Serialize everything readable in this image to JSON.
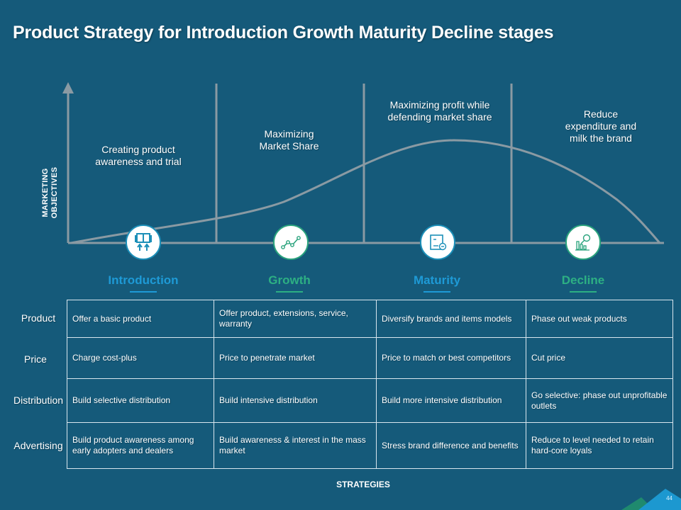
{
  "title": "Product Strategy for Introduction Growth Maturity Decline stages",
  "y_axis_label_line1": "MARKETING",
  "y_axis_label_line2": "OBJECTIVES",
  "x_axis_label": "STRATEGIES",
  "page_number": "44",
  "colors": {
    "background": "#155a7a",
    "accent_blue": "#1c8fb8",
    "accent_green": "#2aa37d",
    "stage_blue": "#1e9ad6",
    "stage_green": "#2db083",
    "curve": "#8a9aa3"
  },
  "stages": [
    {
      "name": "Introduction",
      "objective": [
        "Creating product",
        "awareness and trial"
      ],
      "icon": "boxes-upload-icon",
      "color": "#1e9ad6"
    },
    {
      "name": "Growth",
      "objective": [
        "Maximizing",
        "Market Share"
      ],
      "icon": "trend-line-icon",
      "color": "#2db083"
    },
    {
      "name": "Maturity",
      "objective": [
        "Maximizing profit while",
        "defending market share"
      ],
      "icon": "document-minus-icon",
      "color": "#1e9ad6"
    },
    {
      "name": "Decline",
      "objective": [
        "Reduce",
        "expenditure and",
        "milk the brand"
      ],
      "icon": "bar-chart-search-icon",
      "color": "#2db083"
    }
  ],
  "rows": [
    {
      "label": "Product",
      "cells": [
        "Offer  a basic product",
        "Offer  product,  extensions,  service, warranty",
        "Diversify  brands  and  items models",
        "Phase out weak products"
      ]
    },
    {
      "label": "Price",
      "cells": [
        "Charge  cost-plus",
        "Price to penetrate market",
        "Price to match or best competitors",
        "Cut price"
      ]
    },
    {
      "label": "Distribution",
      "cells": [
        "Build selective distribution",
        "Build intensive distribution",
        "Build more intensive distribution",
        "Go selective:  phase  out unprofitable  outlets"
      ]
    },
    {
      "label": "Advertising",
      "cells": [
        "Build product awareness  among early adopters  and dealers",
        "Build awareness  & interest in the mass market",
        "Stress brand  difference  and benefits",
        "Reduce to level needed  to retain hard-core loyals"
      ]
    }
  ]
}
